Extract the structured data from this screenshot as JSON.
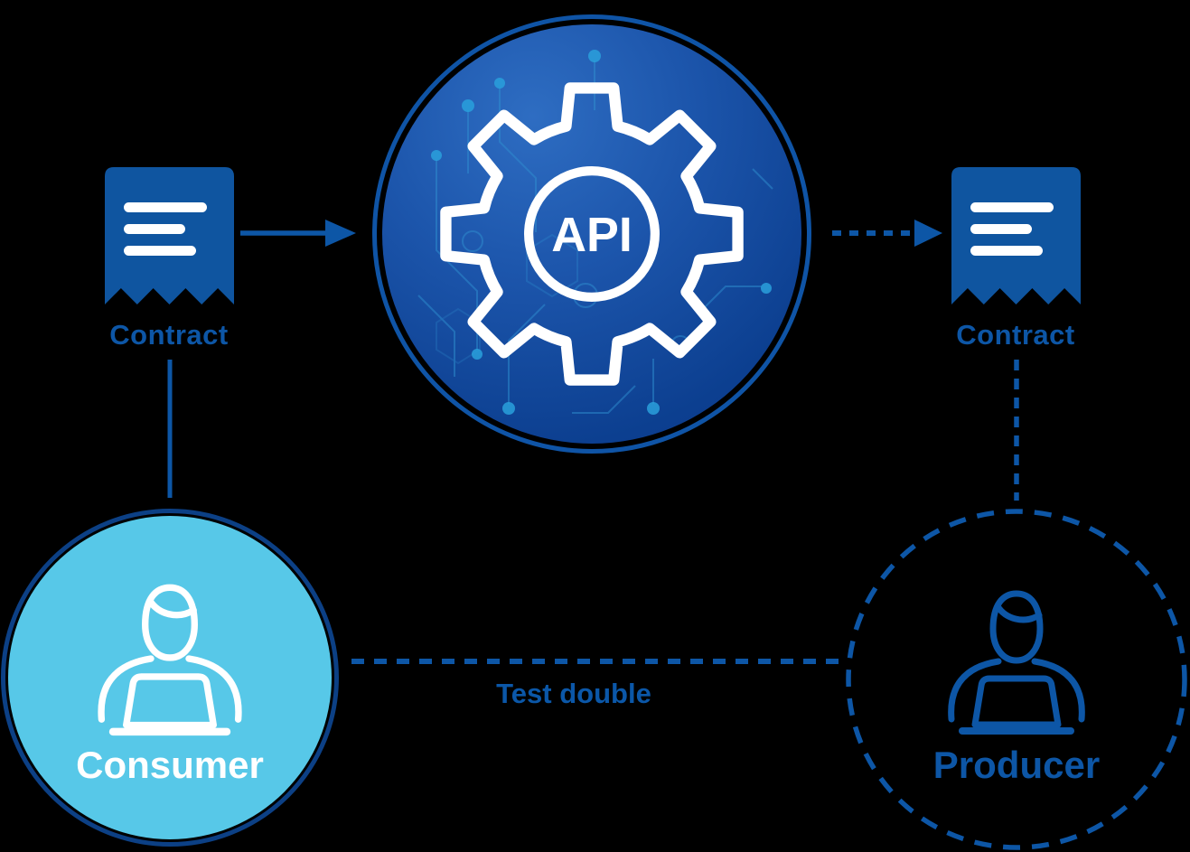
{
  "diagram": {
    "nodes": {
      "api": {
        "label": "API"
      },
      "contract_left": {
        "label": "Contract"
      },
      "contract_right": {
        "label": "Contract"
      },
      "consumer": {
        "label": "Consumer"
      },
      "producer": {
        "label": "Producer"
      }
    },
    "edges": {
      "consumer_to_producer": {
        "label": "Test double"
      }
    },
    "icons": {
      "api_center": "gear-icon",
      "contract": "receipt-document-icon",
      "consumer": "person-at-laptop-icon",
      "producer": "person-at-laptop-icon"
    },
    "colors": {
      "background": "#000000",
      "primary_blue": "#0d56a6",
      "contract_fill": "#0f55a0",
      "api_ring": "#0f54a6",
      "api_gradient_light": "#2e6dc2",
      "api_gradient_dark": "#0a3a88",
      "circuit_pattern": "#2f8fd0",
      "consumer_fill": "#57c8e8",
      "circle_border": "#0c4085",
      "icon_white": "#ffffff"
    }
  }
}
